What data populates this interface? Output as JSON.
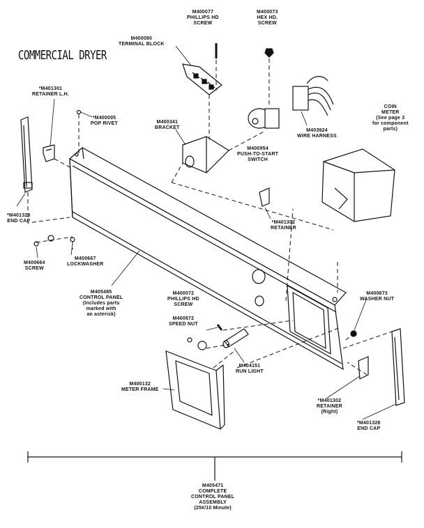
{
  "title": "COMMERCIAL DRYER",
  "parts": {
    "phillips_screw_top": {
      "number": "M400077",
      "name": [
        "PHILLIPS HD",
        "SCREW"
      ]
    },
    "hex_screw": {
      "number": "M400073",
      "name": [
        "HEX HD.",
        "SCREW"
      ]
    },
    "terminal_block": {
      "number": "M400090",
      "name": [
        "TERMINAL BLOCK"
      ]
    },
    "retainer_lh": {
      "number": "*M401301",
      "name": [
        "RETAINER L.H."
      ]
    },
    "pop_rivet": {
      "number": "*M400005",
      "name": [
        "POP RIVET"
      ]
    },
    "bracket": {
      "number": "M400341",
      "name": [
        "BRACKET"
      ]
    },
    "push_to_start": {
      "number": "M400954",
      "name": [
        "PUSH-TO-START",
        "SWITCH"
      ]
    },
    "wire_harness": {
      "number": "M403924",
      "name": [
        "WIRE HARNESS"
      ]
    },
    "coin_meter": {
      "number": "",
      "name": [
        "COIN",
        "METER",
        "(See page 3",
        "for component",
        "parts)"
      ]
    },
    "end_cap_left": {
      "number": "*M401328",
      "name": [
        "END CAP"
      ]
    },
    "retainer_mid": {
      "number": "*M401302",
      "name": [
        "RETAINER"
      ]
    },
    "screw_left": {
      "number": "M400664",
      "name": [
        "SCREW"
      ]
    },
    "lockwasher": {
      "number": "M400667",
      "name": [
        "LOCKWASHER"
      ]
    },
    "control_panel": {
      "number": "M405485",
      "name": [
        "CONTROL PANEL",
        "(Includes parts",
        "marked with",
        "an asterisk)"
      ]
    },
    "phillips_screw_mid": {
      "number": "M400072",
      "name": [
        "PHILLIPS HD",
        "SCREW"
      ]
    },
    "washer_nut": {
      "number": "M400673",
      "name": [
        "WASHER NUT"
      ]
    },
    "speed_nut": {
      "number": "M400672",
      "name": [
        "SPEED NUT"
      ]
    },
    "run_light": {
      "number": "M404151",
      "name": [
        "RUN LIGHT"
      ]
    },
    "meter_frame": {
      "number": "M400132",
      "name": [
        "METER FRAME"
      ]
    },
    "retainer_right": {
      "number": "*M401302",
      "name": [
        "RETAINER",
        "(Right)"
      ]
    },
    "end_cap_right": {
      "number": "*M401328",
      "name": [
        "END CAP"
      ]
    },
    "assembly": {
      "number": "M405471",
      "name": [
        "COMPLETE",
        "CONTROL PANEL",
        "ASSEMBLY",
        "(25¢/10 Minute)"
      ]
    }
  }
}
